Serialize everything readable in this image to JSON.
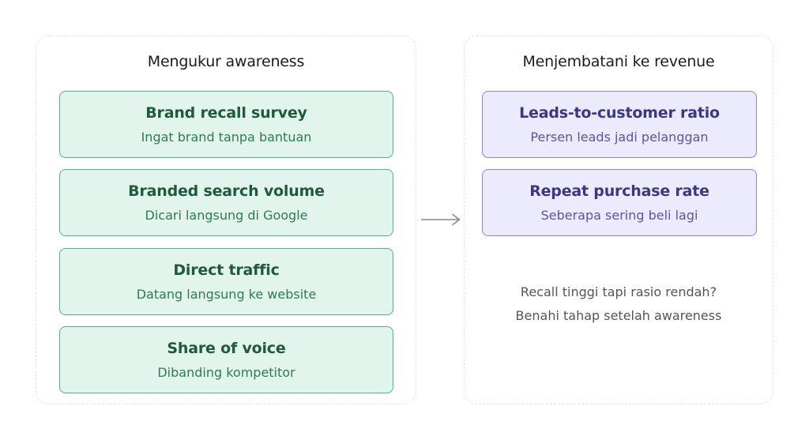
{
  "left_panel": {
    "title": "Mengukur awareness",
    "cards": [
      {
        "title": "Brand recall survey",
        "subtitle": "Ingat brand tanpa bantuan"
      },
      {
        "title": "Branded search volume",
        "subtitle": "Dicari langsung di Google"
      },
      {
        "title": "Direct traffic",
        "subtitle": "Datang langsung ke website"
      },
      {
        "title": "Share of voice",
        "subtitle": "Dibanding kompetitor"
      }
    ]
  },
  "right_panel": {
    "title": "Menjembatani ke revenue",
    "cards": [
      {
        "title": "Leads-to-customer ratio",
        "subtitle": "Persen leads jadi pelanggan"
      },
      {
        "title": "Repeat purchase rate",
        "subtitle": "Seberapa sering beli lagi"
      }
    ],
    "note_line1": "Recall tinggi tapi rasio rendah?",
    "note_line2": "Benahi tahap setelah awareness"
  },
  "colors": {
    "awareness_card_fill": "#e2f5ec",
    "awareness_card_border": "#4fb386",
    "revenue_card_fill": "#ebebfd",
    "revenue_card_border": "#8a83d8",
    "arrow": "#8a8a8a"
  }
}
